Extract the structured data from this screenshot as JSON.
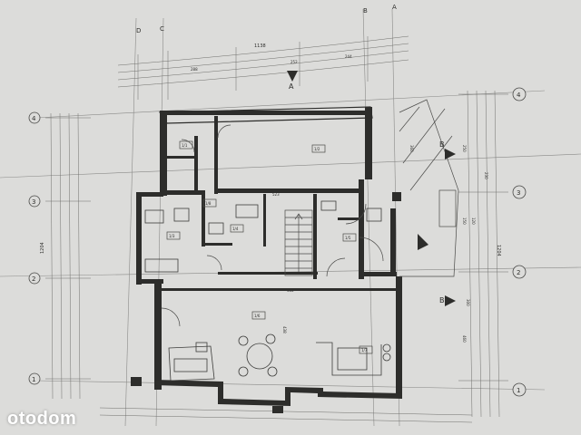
{
  "axes": {
    "letters": [
      "D",
      "C",
      "B",
      "A"
    ],
    "numbers": [
      "4",
      "3",
      "2",
      "1"
    ],
    "numbers_right": [
      "4",
      "3",
      "2",
      "1"
    ]
  },
  "sections": [
    "A",
    "B",
    "B"
  ],
  "rooms": [
    {
      "id": "r1",
      "code": "1/1"
    },
    {
      "id": "r2",
      "code": "1/2"
    },
    {
      "id": "r3",
      "code": "1/3"
    },
    {
      "id": "r4",
      "code": "1/4"
    },
    {
      "id": "r5",
      "code": "1/5"
    },
    {
      "id": "r6",
      "code": "1/6"
    },
    {
      "id": "r7",
      "code": "1/7"
    },
    {
      "id": "r8",
      "code": "1/8"
    }
  ],
  "dimensions": {
    "right_total": "1204",
    "left_total": "1204",
    "top_total": "1138",
    "labels": [
      "523",
      "288",
      "250",
      "120",
      "412",
      "438",
      "300",
      "230",
      "150",
      "460",
      "252",
      "244",
      "360"
    ]
  },
  "watermark": "otodom",
  "colors": {
    "paper": "#dcdcda",
    "ink": "#2d2d2b",
    "watermark": "#ffffff"
  }
}
